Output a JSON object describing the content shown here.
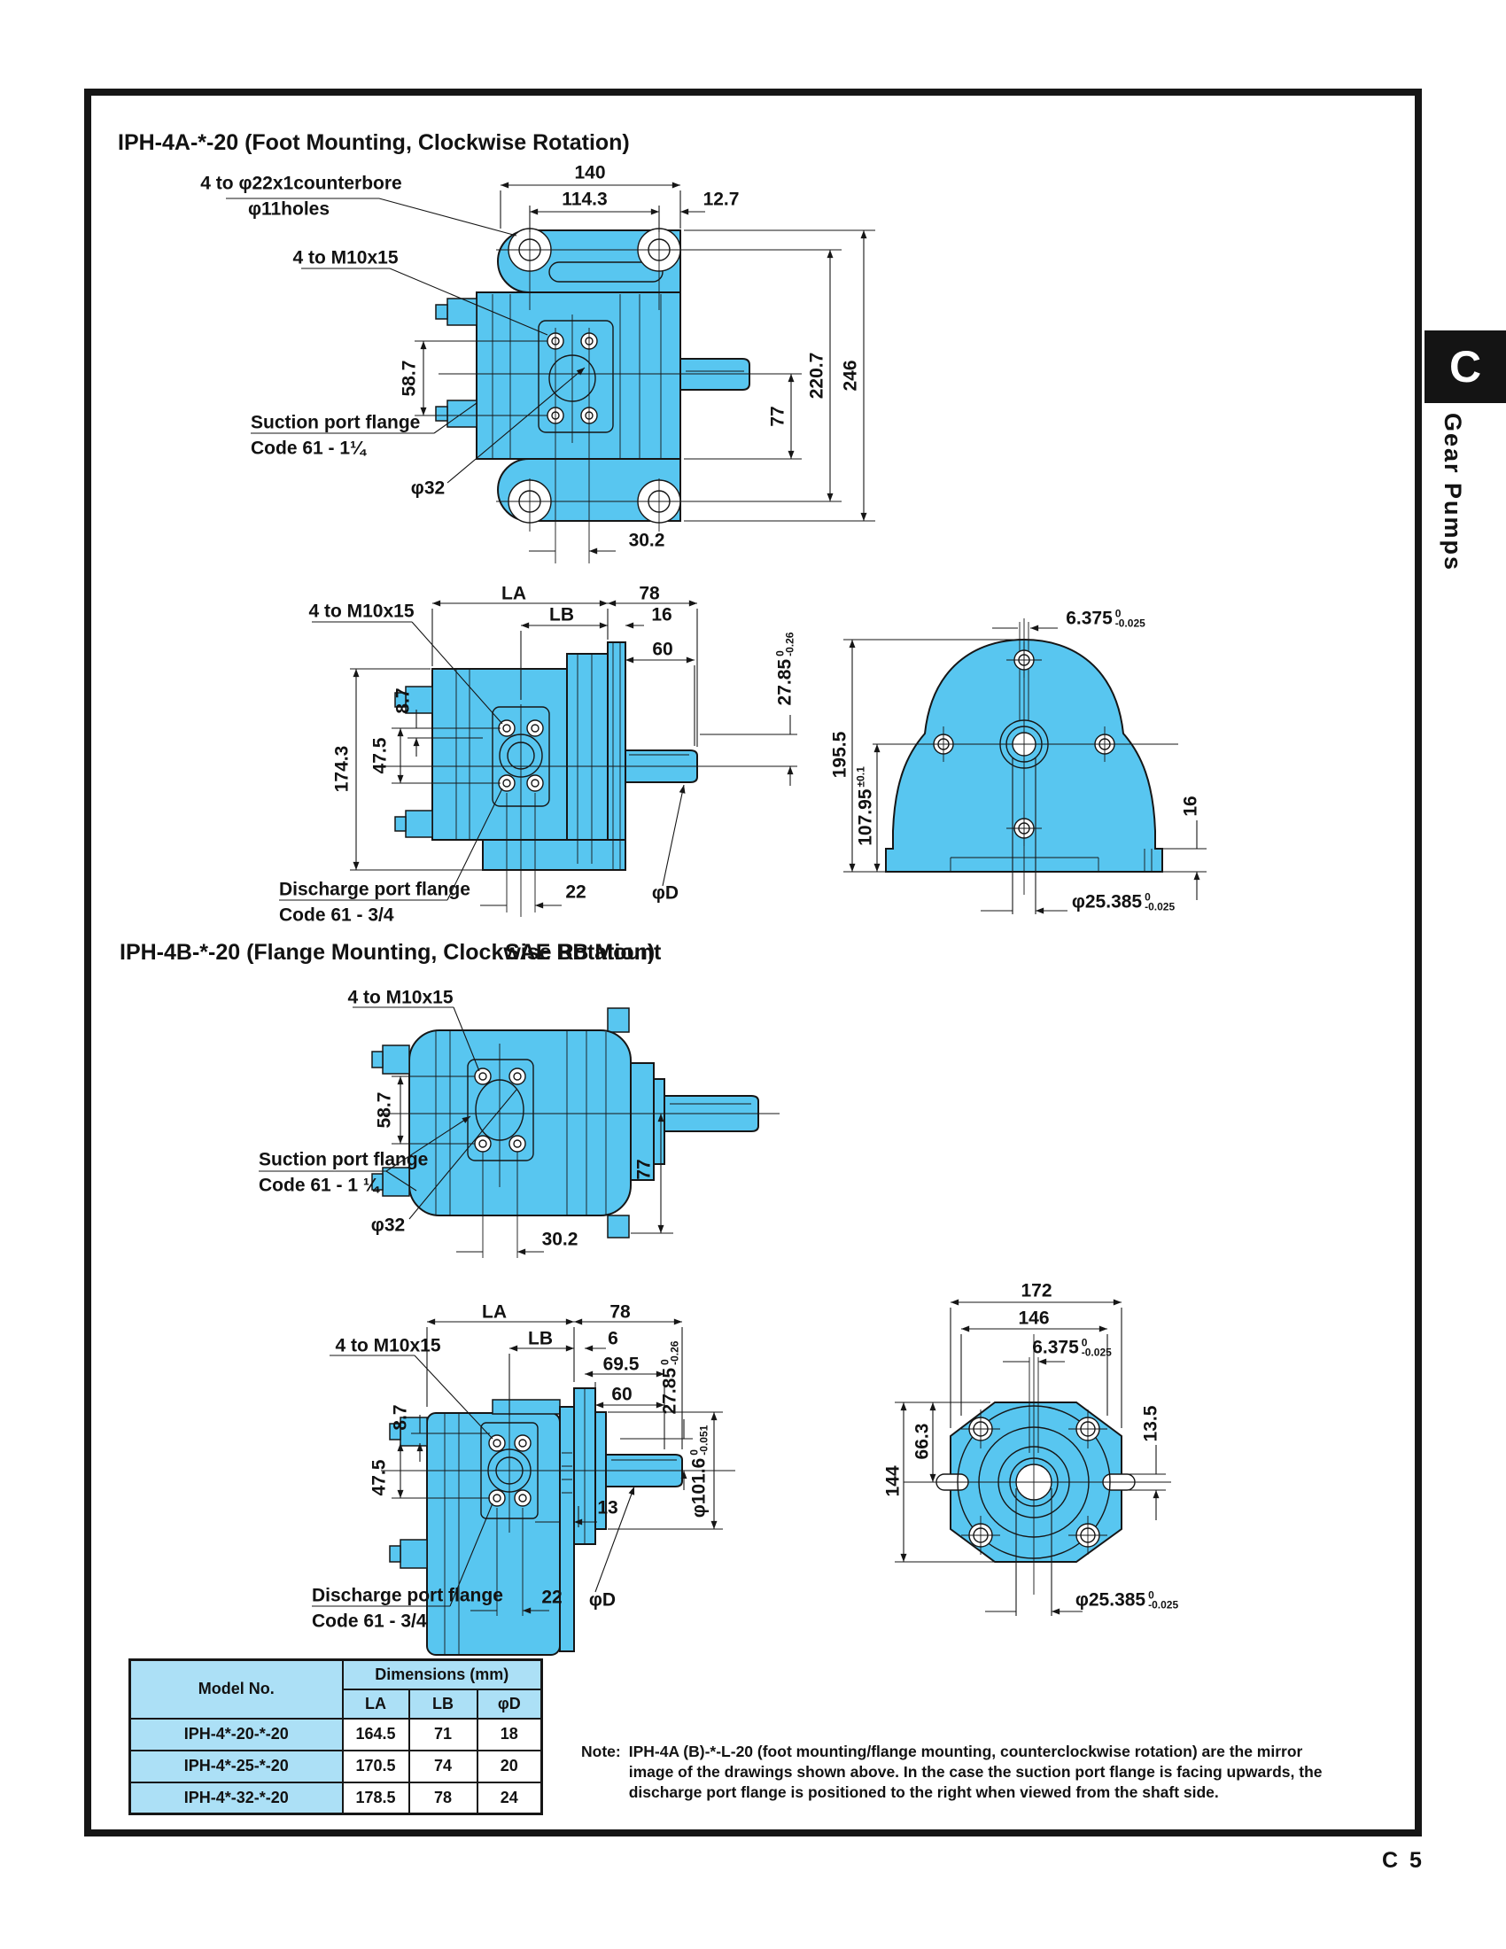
{
  "page": {
    "number": "C 5",
    "tab_letter": "C",
    "tab_title": "Gear Pumps"
  },
  "colors": {
    "body_blue": "#58c6f0",
    "table_blue": "#ace0f6",
    "ink": "#161616"
  },
  "titles": {
    "a": "IPH-4A-*-20 (Foot Mounting, Clockwise Rotation)",
    "b": "IPH-4B-*-20 (Flange Mounting, Clockwise Rotation)",
    "b_sub": "SAE BB Mount"
  },
  "f1": {
    "cb1": "4 to φ22x1counterbore",
    "cb2": "φ11holes",
    "m10": "4 to M10x15",
    "d140": "140",
    "d1143": "114.3",
    "d127": "12.7",
    "d587": "58.7",
    "d2207": "220.7",
    "d246": "246",
    "d77": "77",
    "d302": "30.2",
    "suc1": "Suction port flange",
    "suc2": "Code 61 - 1¼",
    "p32": "φ32"
  },
  "f2": {
    "m10": "4 to M10x15",
    "la": "LA",
    "lb": "LB",
    "d78": "78",
    "d16": "16",
    "d60": "60",
    "d2785": {
      "v": "27.85",
      "s": "0",
      "b": "-0.26"
    },
    "d1743": "174.3",
    "d475": "47.5",
    "d87": "8.7",
    "d22": "22",
    "pd": "φD",
    "dis1": "Discharge port flange",
    "dis2": "Code 61 - 3/4"
  },
  "f3": {
    "d6375": {
      "v": "6.375",
      "s": "0",
      "b": "-0.025"
    },
    "d1955": "195.5",
    "d10795": {
      "v": "107.95",
      "s": "±0.1"
    },
    "d16": "16",
    "d25385": {
      "v": "φ25.385",
      "s": "0",
      "b": "-0.025"
    }
  },
  "f4": {
    "m10": "4 to M10x15",
    "d587": "58.7",
    "d77": "77",
    "suc1": "Suction port flange",
    "suc2": "Code 61 - 1 ¼",
    "p32": "φ32",
    "d302": "30.2"
  },
  "f5": {
    "m10": "4 to M10x15",
    "la": "LA",
    "lb": "LB",
    "d78": "78",
    "d6": "6",
    "d695": "69.5",
    "d60": "60",
    "d2785": {
      "v": "27.85",
      "s": "0",
      "b": "-0.26"
    },
    "p1016": {
      "v": "φ101.6",
      "s": "0",
      "b": "-0.051"
    },
    "d87": "8.7",
    "d475": "47.5",
    "d13": "13",
    "d22": "22",
    "pd": "φD",
    "dis1": "Discharge port flange",
    "dis2": "Code 61 - 3/4"
  },
  "f6": {
    "d172": "172",
    "d146": "146",
    "d6375": {
      "v": "6.375",
      "s": "0",
      "b": "-0.025"
    },
    "d663": "66.3",
    "d144": "144",
    "d135": "13.5",
    "d25385": {
      "v": "φ25.385",
      "s": "0",
      "b": "-0.025"
    }
  },
  "table": {
    "h_model": "Model No.",
    "h_dims": "Dimensions (mm)",
    "h_la": "LA",
    "h_lb": "LB",
    "h_pd": "φD",
    "rows": [
      {
        "model": "IPH-4*-20-*-20",
        "la": "164.5",
        "lb": "71",
        "pd": "18"
      },
      {
        "model": "IPH-4*-25-*-20",
        "la": "170.5",
        "lb": "74",
        "pd": "20"
      },
      {
        "model": "IPH-4*-32-*-20",
        "la": "178.5",
        "lb": "78",
        "pd": "24"
      }
    ]
  },
  "note": {
    "label": "Note:",
    "text": "IPH-4A (B)-*-L-20 (foot mounting/flange mounting, counterclockwise rotation) are the mirror image of the drawings shown above. In the case the suction port flange is facing upwards, the discharge port flange is positioned to the right when viewed from the shaft side."
  }
}
